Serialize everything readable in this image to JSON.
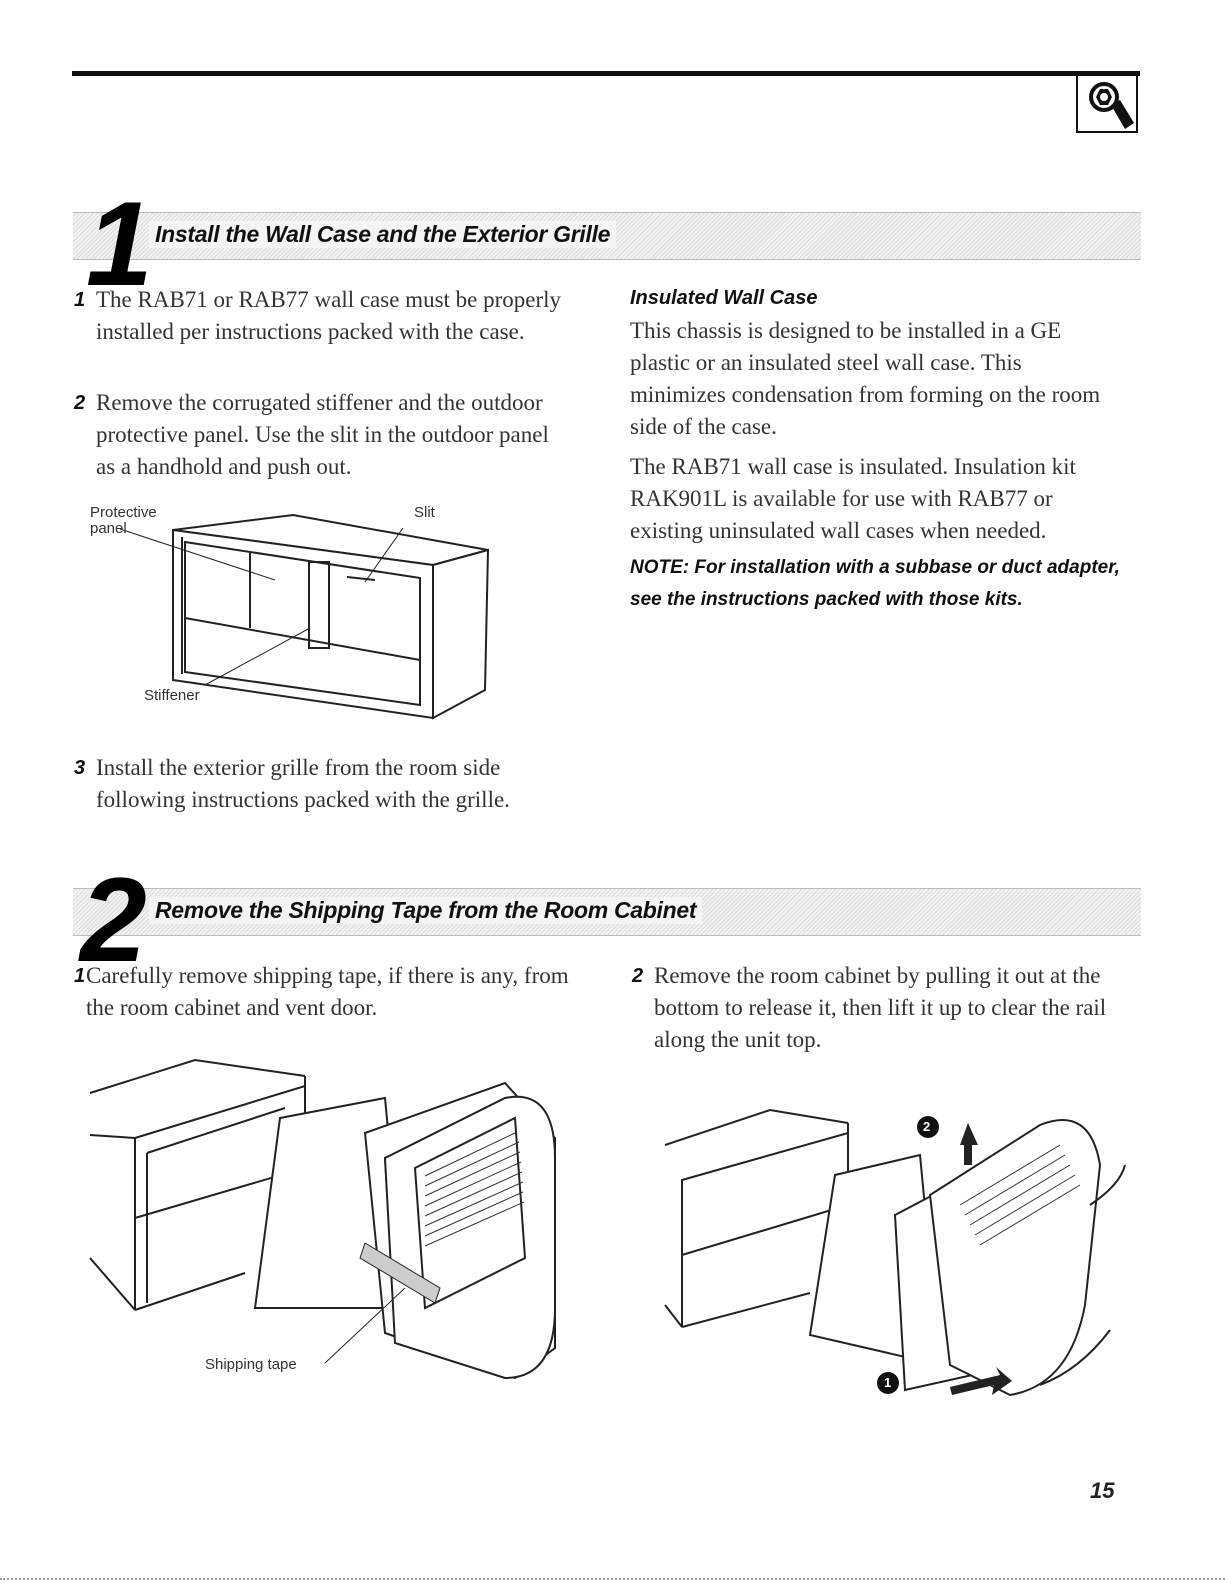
{
  "section1": {
    "number": "1",
    "title": "Install the Wall Case and the Exterior Grille",
    "steps": [
      {
        "n": "1",
        "text": "The RAB71 or RAB77 wall case must be properly installed per instructions packed with the case."
      },
      {
        "n": "2",
        "text": "Remove the corrugated stiffener and the outdoor protective panel. Use the slit in the outdoor panel as a handhold and push out."
      },
      {
        "n": "3",
        "text": "Install the exterior grille from the room side following instructions packed with the grille."
      }
    ],
    "figure_labels": {
      "protective_panel": "Protective panel",
      "slit": "Slit",
      "stiffener": "Stiffener"
    },
    "insulated": {
      "heading": "Insulated Wall Case",
      "para1": "This chassis is designed to be installed in a GE plastic or an insulated steel wall case. This minimizes condensation from forming on the room side of the case.",
      "para2": "The RAB71 wall case is insulated. Insulation kit RAK901L is available for use with RAB77 or existing uninsulated wall cases when needed.",
      "note": "NOTE: For installation with a subbase or duct adapter, see the instructions packed with those kits."
    }
  },
  "section2": {
    "number": "2",
    "title": "Remove the Shipping Tape from the Room Cabinet",
    "steps": [
      {
        "n": "1",
        "text": "Carefully remove shipping tape, if there is any, from the room cabinet and vent door."
      },
      {
        "n": "2",
        "text": "Remove the room cabinet by pulling it out at the bottom to release it, then lift it up to clear the rail along the unit top."
      }
    ],
    "figure_labels": {
      "shipping_tape": "Shipping tape",
      "marker_1": "1",
      "marker_2": "2"
    }
  },
  "page_number": "15"
}
